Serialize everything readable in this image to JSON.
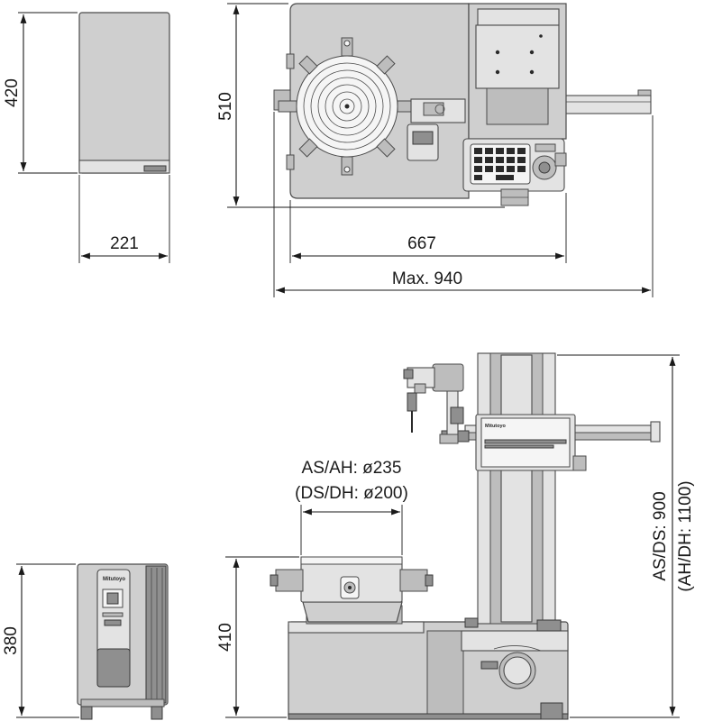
{
  "dimensions": {
    "top_left_height": "420",
    "top_left_width": "221",
    "top_right_height": "510",
    "top_right_width": "667",
    "top_right_max_width": "Max. 940",
    "table_diameter_line1": "AS/AH: ø235",
    "table_diameter_line2": "(DS/DH: ø200)",
    "bottom_left_height": "380",
    "bottom_right_base_height": "410",
    "bottom_right_total_height_line1": "AS/DS: 900",
    "bottom_right_total_height_line2": "(AH/DH: 1100)"
  },
  "brand": {
    "logo_text": "Mitutoyo"
  },
  "colors": {
    "line": "#1a1a1a",
    "body": "#cfcfcf",
    "outline": "#4a4a4a"
  }
}
